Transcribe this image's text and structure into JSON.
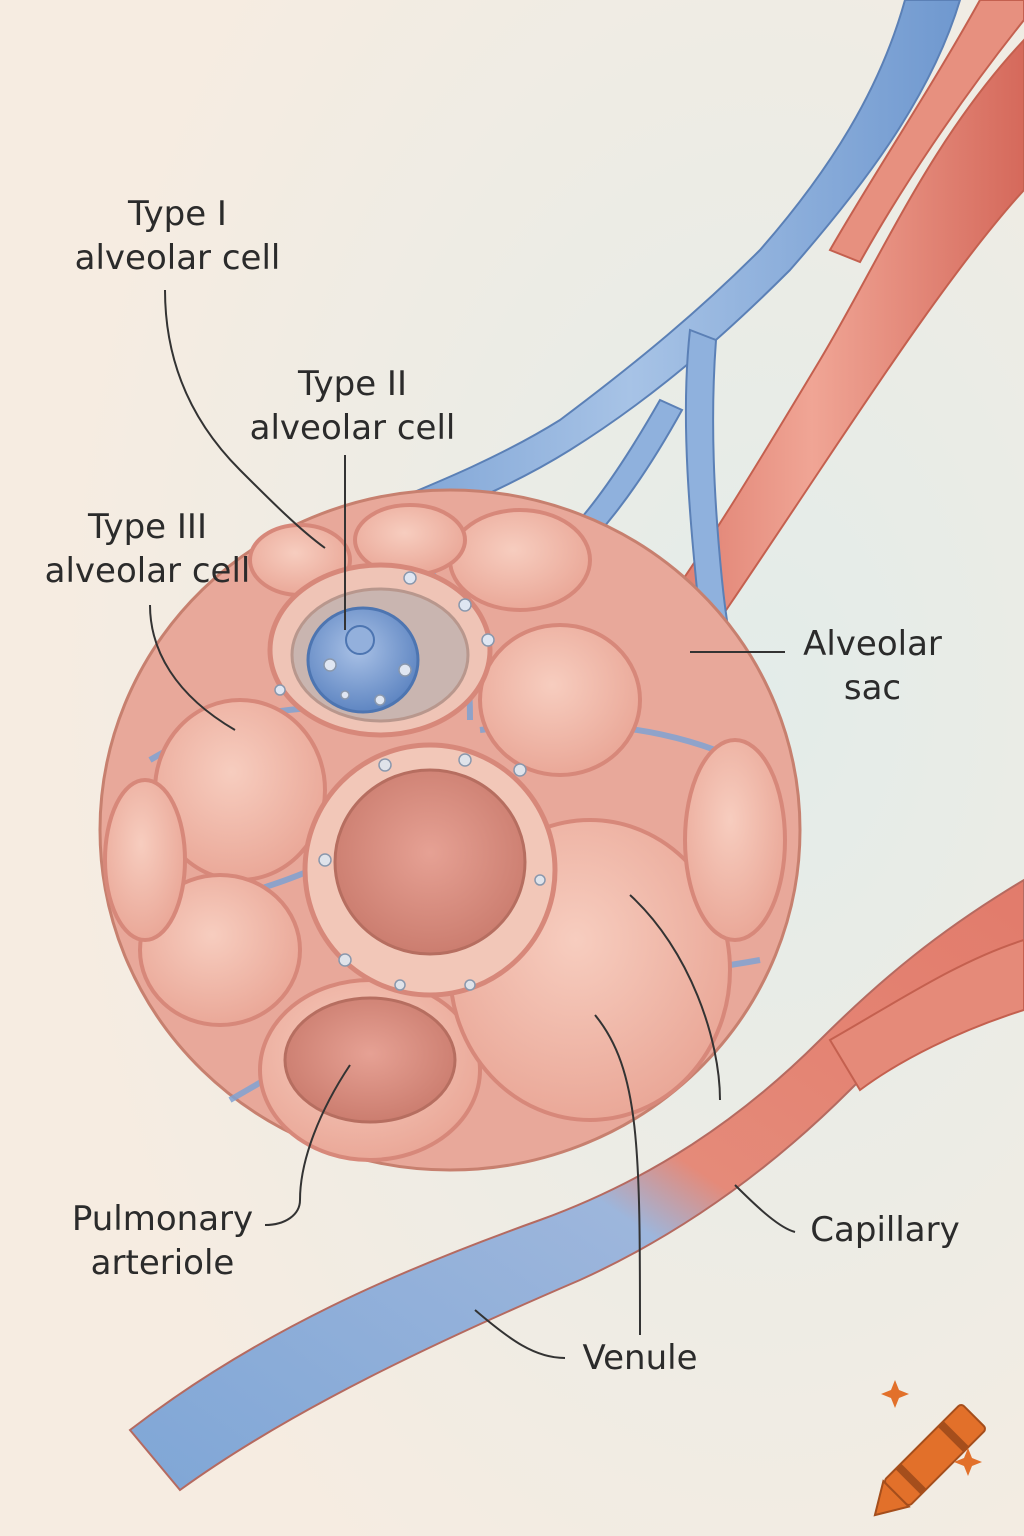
{
  "labels": {
    "type1": {
      "line1": "Type I",
      "line2": "alveolar cell"
    },
    "type2": {
      "line1": "Type II",
      "line2": "alveolar cell"
    },
    "type3": {
      "line1": "Type III",
      "line2": "alveolar cell"
    },
    "sac": {
      "line1": "Alveolar",
      "line2": "sac"
    },
    "pulmonary": {
      "line1": "Pulmonary",
      "line2": "arteriole"
    },
    "capillary": "Capillary",
    "venule": "Venule"
  },
  "colors": {
    "background": "#f6ece1",
    "alveolus": "#efb7a6",
    "alveolus_edge": "#d98d7c",
    "vein_blue": "#7fa6d6",
    "artery_red": "#e07a6c",
    "type2_cell": "#7d9fd3",
    "leader_line": "#333333",
    "logo_orange": "#e2702a"
  }
}
